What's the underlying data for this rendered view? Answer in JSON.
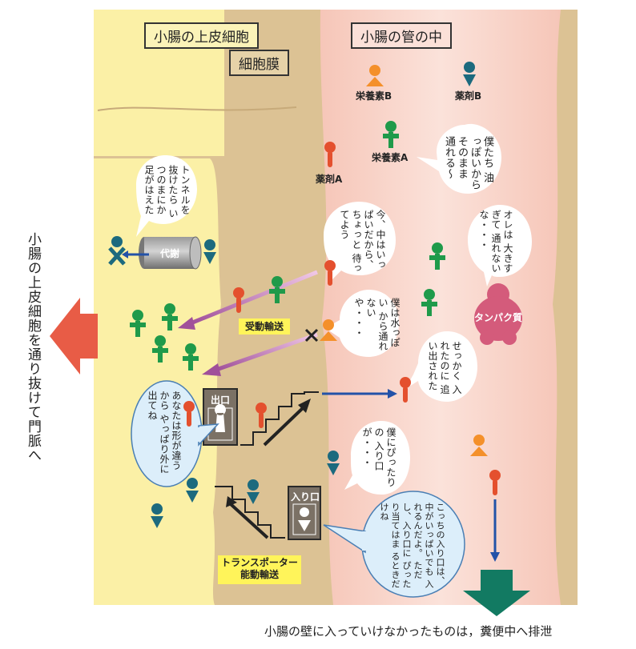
{
  "labels": {
    "cell_title": "小腸の上皮細胞",
    "lumen_title": "小腸の管の中",
    "membrane": "細胞膜",
    "nutrient_b": "栄養素B",
    "drug_b": "薬剤B",
    "nutrient_a": "栄養素A",
    "drug_a": "薬剤A",
    "metabolism": "代謝",
    "protein": "タンパク質",
    "passive": "受動輸送",
    "transporter_line1": "トランスポーター",
    "transporter_line2": "能動輸送",
    "exit": "出口",
    "entrance": "入り口",
    "left_side": "小腸の上皮細胞を通り抜けて門脈へ",
    "bottom": "小腸の壁に入っていけなかったものは，糞便中へ排泄"
  },
  "bubbles": {
    "oily": "僕たち\n油っぽいから\nそのまま\n通れる～",
    "tunnel": "トンネルを\n抜けたら\nいつのまにか\n足がはえた",
    "crowded": "今、中はいっ\nぱいだから、\nちょっと\n待ってよう",
    "too_big": "オレは\n大きすぎて\n通れない\nな・・・",
    "watery": "僕は水っぽい\nから通れ\nないや・・・",
    "kicked_out": "せっかく\n入れたのに\n追い出された",
    "shape": "あなたは形が違うから\nやっぱり外に出てね",
    "fits": "僕にぴったりの\n入り口が・・・",
    "entrance_note": "こっちの入り口は、\n中がいっぱいでも\n入れるんだよ。\nただし、入り口に\nぴったり当てはま\nるときだけね"
  },
  "colors": {
    "cell": "#fbf0a6",
    "membrane": "#dcc294",
    "lumen": "#f8cfc3",
    "orange": "#f4902a",
    "teal": "#1c6a7e",
    "green": "#1f9a4a",
    "red": "#e4502e",
    "purple": "#b66ab2",
    "protein": "#d45b7b",
    "navy": "#2352a8",
    "arrow_red": "#e85c46",
    "arrow_green": "#127a62"
  }
}
